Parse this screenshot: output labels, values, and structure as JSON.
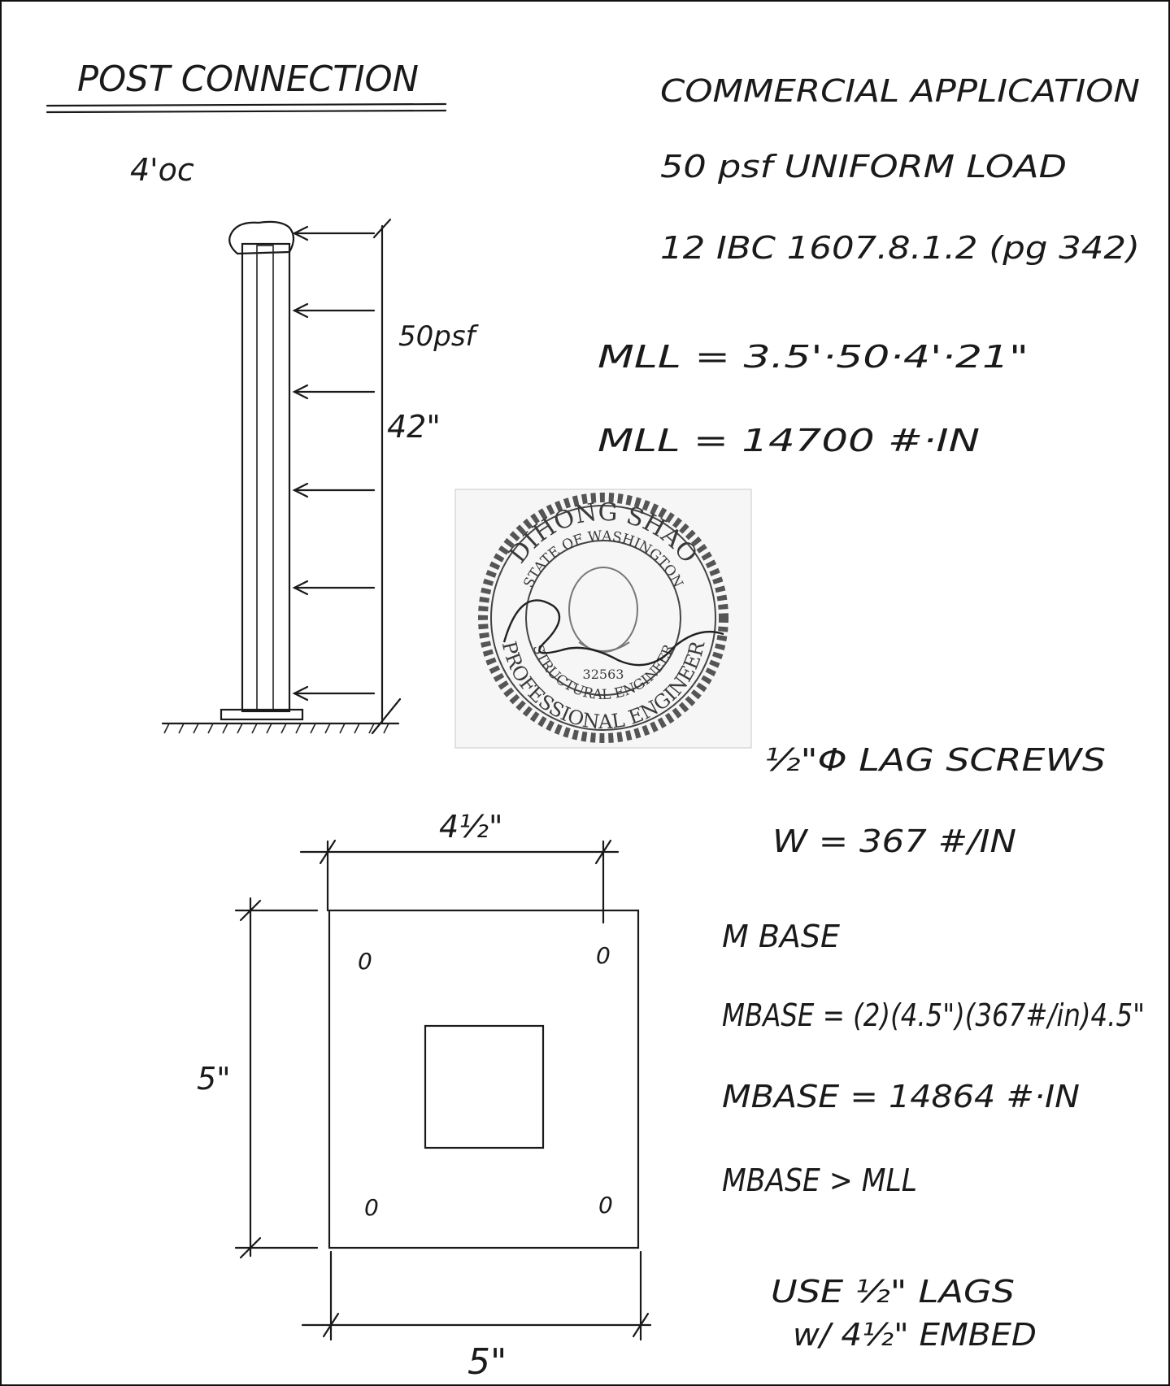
{
  "title": "POST CONNECTION",
  "spacing": "4'oc",
  "header": {
    "line1": "COMMERCIAL APPLICATION",
    "line2": "50 psf UNIFORM LOAD",
    "line3": "12 IBC 1607.8.1.2 (pg 342)"
  },
  "elevation": {
    "load_label": "50psf",
    "height_label": "42\""
  },
  "moment": {
    "formula": "MLL = 3.5'·50·4'·21\"",
    "result": "MLL = 14700 #·IN"
  },
  "seal": {
    "name": "DIHONG SHAO",
    "state": "STATE OF WASHINGTON",
    "discipline": "STRUCTURAL ENGINEER",
    "license": "32563",
    "footer": "PROFESSIONAL ENGINEER"
  },
  "lag": {
    "size": "½\"Φ LAG SCREWS",
    "capacity": "W = 367 #/IN"
  },
  "base": {
    "heading": "M BASE",
    "formula": "MBASE = (2)(4.5\")(367#/in)4.5\"",
    "result": "MBASE = 14864 #·IN",
    "check": "MBASE > MLL"
  },
  "plate": {
    "dim_top": "4½\"",
    "dim_left": "5\"",
    "dim_bottom": "5\"",
    "hole_label": "0"
  },
  "note": {
    "line1": "USE ½\" LAGS",
    "line2": "w/ 4½\" EMBED"
  }
}
